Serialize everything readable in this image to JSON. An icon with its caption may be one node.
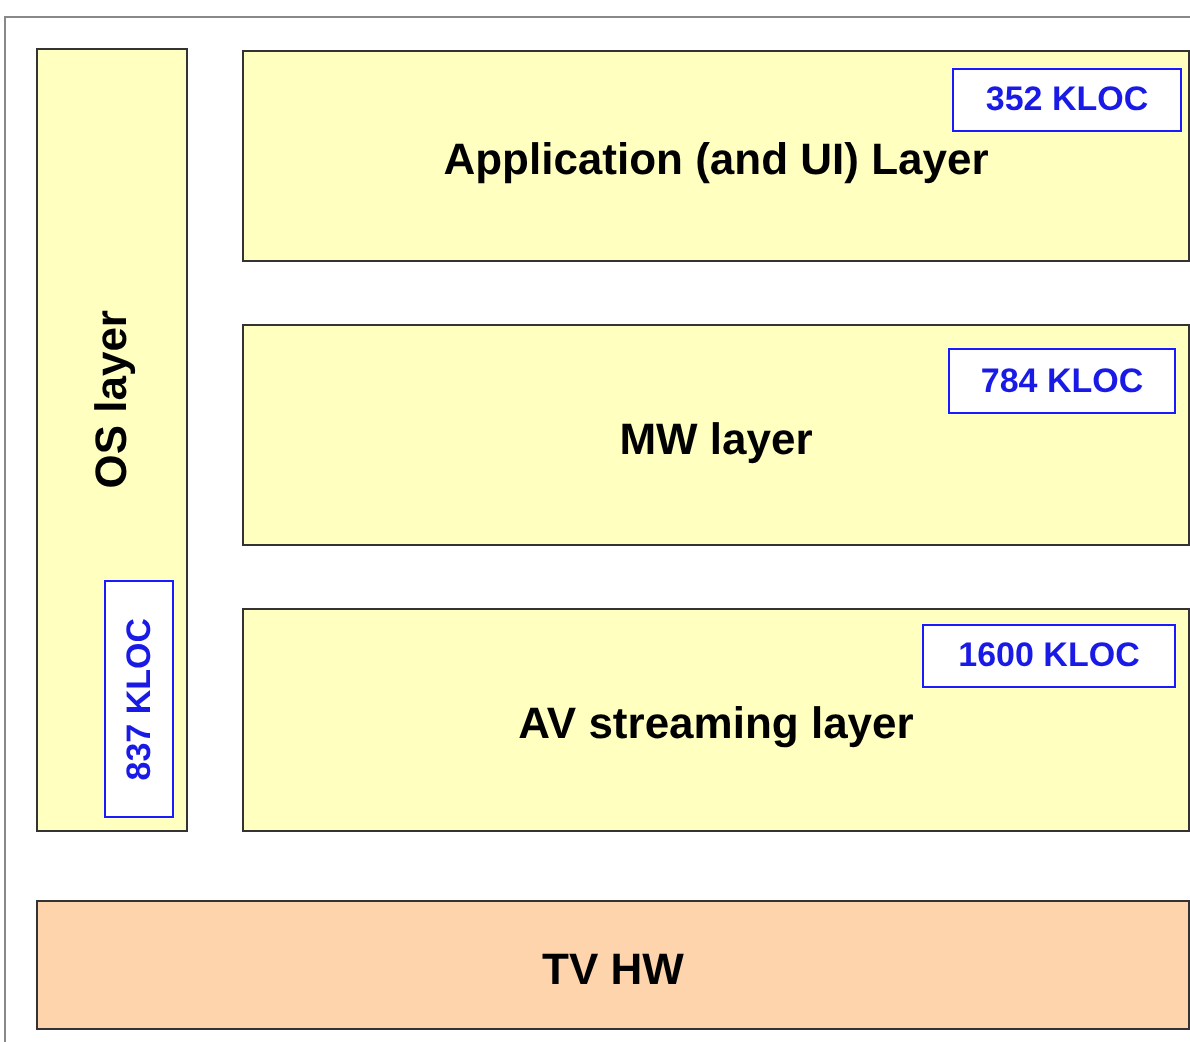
{
  "diagram": {
    "nodes": [
      {
        "text": [
          "OS layer"
        ]
      },
      {
        "text": [
          "837 KLOC"
        ],
        "in": 0
      },
      {
        "text": [
          "Application (and UI) Layer"
        ]
      },
      {
        "text": [
          "352 KLOC"
        ],
        "in": 2
      },
      {
        "text": [
          "MW layer"
        ]
      },
      {
        "text": [
          "784 KLOC"
        ],
        "in": 4
      },
      {
        "text": [
          "AV streaming layer"
        ]
      },
      {
        "text": [
          "1600 KLOC"
        ],
        "in": 6
      },
      {
        "text": [
          "TV HW"
        ]
      }
    ]
  }
}
